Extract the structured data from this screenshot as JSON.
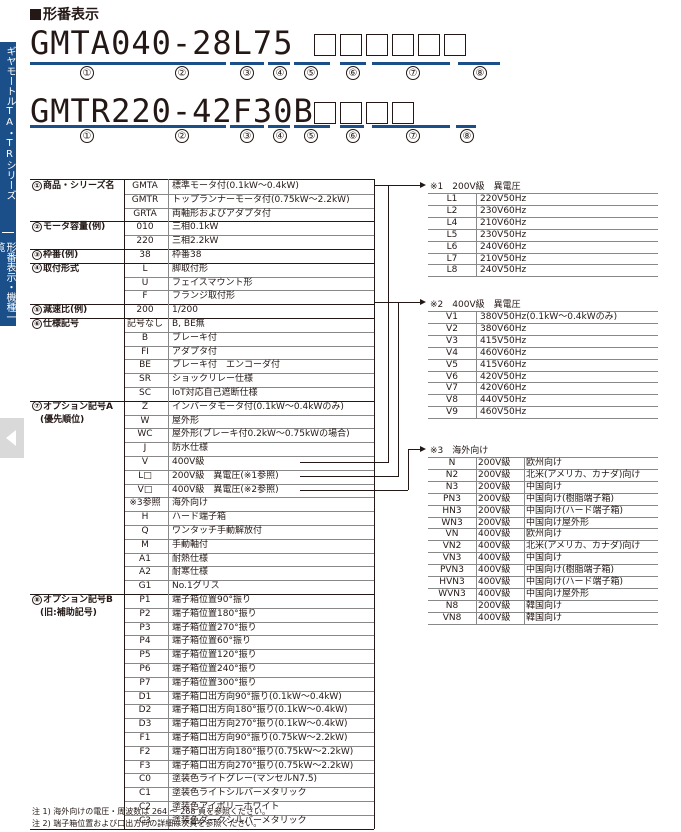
{
  "side_tab": {
    "text1": "ギヤモートルTA・TRシリーズ",
    "text2": "形番表示・機種一覧"
  },
  "heading": "形番表示",
  "model1": {
    "text": "GMTA040-28L75",
    "boxes": 6,
    "numbers": [
      "①",
      "②",
      "③",
      "④",
      "⑤",
      "⑥",
      "⑦",
      "⑧"
    ]
  },
  "model2": {
    "text": "GMTR220-42F30B",
    "boxes": 4,
    "numbers": [
      "①",
      "②",
      "③",
      "④",
      "⑤",
      "⑥",
      "⑦",
      "⑧"
    ]
  },
  "sections": [
    {
      "label": "商品・シリーズ名",
      "num": "1",
      "rows": [
        {
          "code": "GMTA",
          "desc": "標準モータ付(0.1kW～0.4kW)"
        },
        {
          "code": "GMTR",
          "desc": "トップランナーモータ付(0.75kW～2.2kW)"
        },
        {
          "code": "GRTA",
          "desc": "両軸形およびアダプタ付"
        }
      ]
    },
    {
      "label": "モータ容量(例)",
      "num": "2",
      "rows": [
        {
          "code": "010",
          "desc": "三相0.1kW"
        },
        {
          "code": "220",
          "desc": "三相2.2kW"
        }
      ]
    },
    {
      "label": "枠番(例)",
      "num": "3",
      "rows": [
        {
          "code": "38",
          "desc": "枠番38"
        }
      ]
    },
    {
      "label": "取付形式",
      "num": "4",
      "rows": [
        {
          "code": "L",
          "desc": "脚取付形"
        },
        {
          "code": "U",
          "desc": "フェイスマウント形"
        },
        {
          "code": "F",
          "desc": "フランジ取付形"
        }
      ]
    },
    {
      "label": "減速比(例)",
      "num": "5",
      "rows": [
        {
          "code": "200",
          "desc": "1/200"
        }
      ]
    },
    {
      "label": "仕様記号",
      "num": "6",
      "rows": [
        {
          "code": "記号なし",
          "desc": "B, BE無"
        },
        {
          "code": "B",
          "desc": "ブレーキ付"
        },
        {
          "code": "FI",
          "desc": "アダプタ付"
        },
        {
          "code": "BE",
          "desc": "ブレーキ付　エンコーダ付"
        },
        {
          "code": "SR",
          "desc": "ショックリレー仕様"
        },
        {
          "code": "SC",
          "desc": "IoT対応自己遮断仕様"
        }
      ]
    },
    {
      "label": "オプション記号A",
      "label2": "(優先順位)",
      "num": "7",
      "rows": [
        {
          "code": "Z",
          "desc": "インバータモータ付(0.1kW～0.4kWのみ)"
        },
        {
          "code": "W",
          "desc": "屋外形"
        },
        {
          "code": "WC",
          "desc": "屋外形(ブレーキ付0.2kW～0.75kWの場合)"
        },
        {
          "code": "J",
          "desc": "防水仕様"
        },
        {
          "code": "V",
          "desc": "400V級"
        },
        {
          "code": "L□",
          "desc": "200V級　異電圧(※1参照)"
        },
        {
          "code": "V□",
          "desc": "400V級　異電圧(※2参照)"
        },
        {
          "code": "※3参照",
          "desc": "海外向け"
        },
        {
          "code": "H",
          "desc": "ハード端子箱"
        },
        {
          "code": "Q",
          "desc": "ワンタッチ手動解放付"
        },
        {
          "code": "M",
          "desc": "手動軸付"
        },
        {
          "code": "A1",
          "desc": "耐熱仕様"
        },
        {
          "code": "A2",
          "desc": "耐寒仕様"
        },
        {
          "code": "G1",
          "desc": "No.1グリス"
        }
      ]
    },
    {
      "label": "オプション記号B",
      "label2": "(旧:補助記号)",
      "num": "8",
      "rows": [
        {
          "code": "P1",
          "desc": "端子箱位置90°振り"
        },
        {
          "code": "P2",
          "desc": "端子箱位置180°振り"
        },
        {
          "code": "P3",
          "desc": "端子箱位置270°振り"
        },
        {
          "code": "P4",
          "desc": "端子箱位置60°振り"
        },
        {
          "code": "P5",
          "desc": "端子箱位置120°振り"
        },
        {
          "code": "P6",
          "desc": "端子箱位置240°振り"
        },
        {
          "code": "P7",
          "desc": "端子箱位置300°振り"
        },
        {
          "code": "D1",
          "desc": "端子箱口出方向90°振り(0.1kW～0.4kW)"
        },
        {
          "code": "D2",
          "desc": "端子箱口出方向180°振り(0.1kW～0.4kW)"
        },
        {
          "code": "D3",
          "desc": "端子箱口出方向270°振り(0.1kW～0.4kW)"
        },
        {
          "code": "F1",
          "desc": "端子箱口出方向90°振り(0.75kW～2.2kW)"
        },
        {
          "code": "F2",
          "desc": "端子箱口出方向180°振り(0.75kW～2.2kW)"
        },
        {
          "code": "F3",
          "desc": "端子箱口出方向270°振り(0.75kW～2.2kW)"
        },
        {
          "code": "C0",
          "desc": "塗装色ライトグレー(マンセルN7.5)"
        },
        {
          "code": "C1",
          "desc": "塗装色ライトシルバーメタリック"
        },
        {
          "code": "C2",
          "desc": "塗装色アイボリーホワイト"
        },
        {
          "code": "C3",
          "desc": "塗装色ダークシルバーメタリック"
        }
      ]
    }
  ],
  "table1": {
    "title": "※1　200V級　異電圧",
    "rows": [
      {
        "code": "L1",
        "desc": "220V50Hz"
      },
      {
        "code": "L2",
        "desc": "230V60Hz"
      },
      {
        "code": "L4",
        "desc": "210V60Hz"
      },
      {
        "code": "L5",
        "desc": "230V50Hz"
      },
      {
        "code": "L6",
        "desc": "240V60Hz"
      },
      {
        "code": "L7",
        "desc": "210V50Hz"
      },
      {
        "code": "L8",
        "desc": "240V50Hz"
      }
    ]
  },
  "table2": {
    "title": "※2　400V級　異電圧",
    "rows": [
      {
        "code": "V1",
        "desc": "380V50Hz(0.1kW～0.4kWのみ)"
      },
      {
        "code": "V2",
        "desc": "380V60Hz"
      },
      {
        "code": "V3",
        "desc": "415V50Hz"
      },
      {
        "code": "V4",
        "desc": "460V60Hz"
      },
      {
        "code": "V5",
        "desc": "415V60Hz"
      },
      {
        "code": "V6",
        "desc": "420V50Hz"
      },
      {
        "code": "V7",
        "desc": "420V60Hz"
      },
      {
        "code": "V8",
        "desc": "440V50Hz"
      },
      {
        "code": "V9",
        "desc": "460V50Hz"
      }
    ]
  },
  "table3": {
    "title": "※3　海外向け",
    "rows": [
      {
        "code": "N",
        "volt": "200V級",
        "desc": "欧州向け"
      },
      {
        "code": "N2",
        "volt": "200V級",
        "desc": "北米(アメリカ、カナダ)向け"
      },
      {
        "code": "N3",
        "volt": "200V級",
        "desc": "中国向け"
      },
      {
        "code": "PN3",
        "volt": "200V級",
        "desc": "中国向け(樹脂端子箱)"
      },
      {
        "code": "HN3",
        "volt": "200V級",
        "desc": "中国向け(ハード端子箱)"
      },
      {
        "code": "WN3",
        "volt": "200V級",
        "desc": "中国向け屋外形"
      },
      {
        "code": "VN",
        "volt": "400V級",
        "desc": "欧州向け"
      },
      {
        "code": "VN2",
        "volt": "400V級",
        "desc": "北米(アメリカ、カナダ)向け"
      },
      {
        "code": "VN3",
        "volt": "400V級",
        "desc": "中国向け"
      },
      {
        "code": "PVN3",
        "volt": "400V級",
        "desc": "中国向け(樹脂端子箱)"
      },
      {
        "code": "HVN3",
        "volt": "400V級",
        "desc": "中国向け(ハード端子箱)"
      },
      {
        "code": "WVN3",
        "volt": "400V級",
        "desc": "中国向け屋外形"
      },
      {
        "code": "N8",
        "volt": "200V級",
        "desc": "韓国向け"
      },
      {
        "code": "VN8",
        "volt": "400V級",
        "desc": "韓国向け"
      }
    ]
  },
  "notes": [
    "注 1) 海外向けの電圧・周波数は 264 ～ 268 頁を参照ください。",
    "注 2) 端子箱位置および口出方向の詳細は次頁を参照ください。"
  ]
}
